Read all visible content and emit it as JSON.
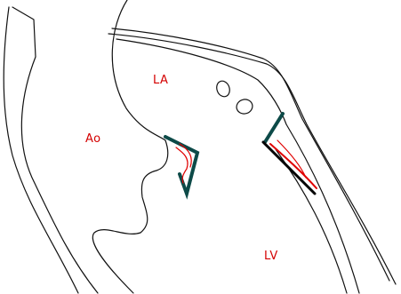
{
  "labels": {
    "ao": "Ao",
    "la": "LA",
    "lv": "LV"
  },
  "colors": {
    "outline": "#111111",
    "label": "#d40000",
    "leaflet": "#0d4a48",
    "jet": "#e00000"
  },
  "icons": {
    "left_mitral_leaflet": "anterior-mitral-leaflet-icon",
    "right_mitral_leaflet": "posterior-mitral-leaflet-icon"
  }
}
